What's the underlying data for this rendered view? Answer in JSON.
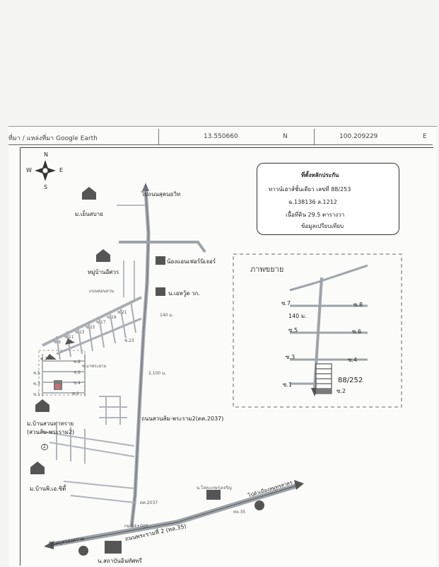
{
  "header": {
    "source": "ที่มา / แหล่งที่มา Google Earth",
    "lat": "13.550660",
    "lat_dir": "N",
    "lon": "100.209229",
    "lon_dir": "E"
  },
  "compass": {
    "n": "N",
    "s": "S",
    "e": "E",
    "w": "W"
  },
  "legend": {
    "collateral_title": "ที่ตั้งหลักประกัน",
    "collateral_type": "ทาวน์เฮาส์ชั้นเดียว เลขที่ 88/253",
    "parcel": "ฉ.138136 ล.1212",
    "area": "เนื้อที่ดิน 29.5 ตารางวา",
    "comparable": "ข้อมูลเปรียบเทียบ"
  },
  "map_labels": {
    "to_outer_ring": "ไปถนนสุคนธวิท",
    "village_top": "ม.เย็นสบาย",
    "furniture": "น้องแอนเฟอร์นิเจอร์",
    "village_mid": "หมู่บ้านอีศวร",
    "side_road": "แนนคอนสวน",
    "shop": "น.เอหวู้ด วก.",
    "dist_140": "140 ม.",
    "dist_2100": "2,100 ม.",
    "soi_sign": "ซ.มาพระยาย",
    "village_bottom": "ม.บ้านสวนท่าทราย",
    "village_bottom2": "(สวนส้ม-พระราม2)",
    "road_main": "ถนนสวนส้ม-พระราม2(ตค.2037)",
    "village_low": "ม.บ้านพิ.เอ.ซิตี้",
    "km_marker": "ตค.2037",
    "school": "น.โลหะเกษรุ่งเจริญ",
    "to_samut_sakhon": "ไปตัวเมืองสมุทรสาคร",
    "to_samut_songkhram": "ไปสมุทรสงคราม",
    "rama2": "ถนนพระรามที่ 2 (ทล.35)",
    "hospital": "น.สถาบันอินทัศทรี",
    "km_small": "กม.34+000",
    "km_small2": "ทล.35",
    "badge_2": "2"
  },
  "soi_labels_small": [
    "ซ.7",
    "ซ.5",
    "ซ.3",
    "ซ.1",
    "ซ.2",
    "ซ.4",
    "ซ.6",
    "ซ.8",
    "ซ.9",
    "ซ.11",
    "ซ.13",
    "ซ.15",
    "ซ.17",
    "ซ.19",
    "ซ.21",
    "ซ.23"
  ],
  "detail": {
    "title": "ภาพขยาย",
    "soi7": "ซ.7",
    "soi8": "ซ.8",
    "dist": "140 ม.",
    "soi5": "ซ.5",
    "soi6": "ซ.6",
    "soi3": "ซ.3",
    "soi4": "ซ.4",
    "soi1": "ซ.1",
    "soi2": "ซ.2",
    "plot": "88/252"
  },
  "colors": {
    "collateral": "#7a7a7a",
    "road": "#9ea3aa",
    "road_dark": "#6d7079"
  }
}
